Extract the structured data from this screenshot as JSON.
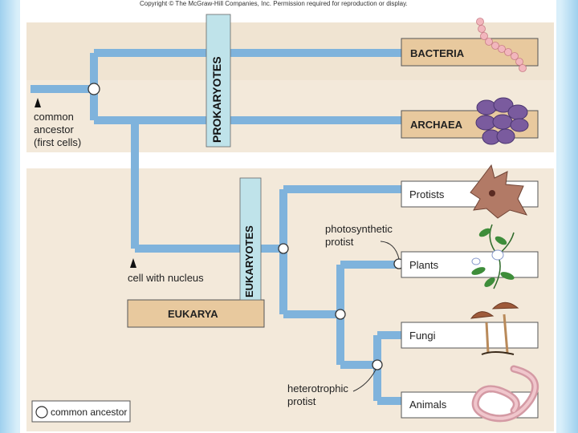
{
  "copyright": "Copyright © The McGraw-Hill Companies, Inc. Permission required for reproduction or display.",
  "domains": {
    "bacteria": "BACTERIA",
    "archaea": "ARCHAEA",
    "eukarya": "EUKARYA"
  },
  "groups": {
    "prokaryotes": "PROKARYOTES",
    "eukaryotes": "EUKARYOTES"
  },
  "kingdoms": {
    "protists": "Protists",
    "plants": "Plants",
    "fungi": "Fungi",
    "animals": "Animals"
  },
  "annotations": {
    "common_ancestor_1": "common",
    "common_ancestor_2": "ancestor",
    "common_ancestor_3": "(first cells)",
    "cell_with_nucleus": "cell with nucleus",
    "photosynthetic_1": "photosynthetic",
    "photosynthetic_2": "protist",
    "heterotrophic_1": "heterotrophic",
    "heterotrophic_2": "protist"
  },
  "legend": {
    "label": "common ancestor"
  },
  "icons": [
    "bacteria-chain-icon",
    "archaea-cluster-icon",
    "protist-icon",
    "plant-icon",
    "mushroom-icon",
    "worm-icon"
  ],
  "colors": {
    "branch": "#7fb3dc",
    "panel_tan": "#f0e4d2",
    "box_fill": "#e8c99e",
    "prokaryote_band": "#bfe3ea"
  }
}
